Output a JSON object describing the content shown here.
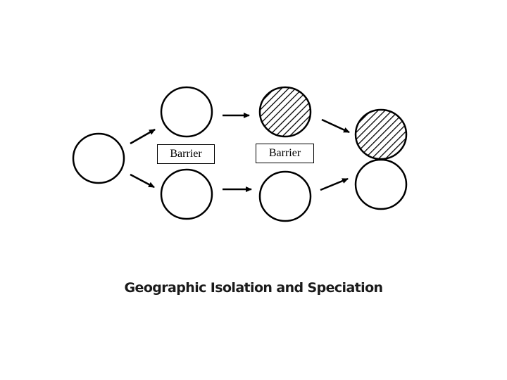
{
  "barrier_label_1": "Barrier",
  "barrier_label_2": "Barrier",
  "caption": "Geographic Isolation and Speciation",
  "colors": {
    "stroke": "#000000",
    "fill": "#ffffff"
  }
}
